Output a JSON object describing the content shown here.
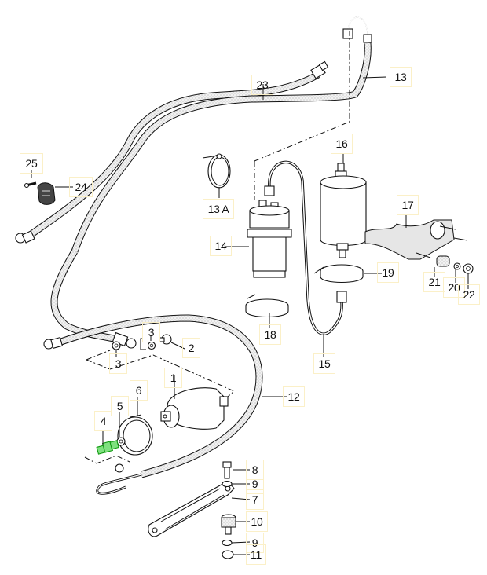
{
  "diagram": {
    "type": "exploded-parts-diagram",
    "subject": "fuel line / fuel pump / fuel filter assembly",
    "selected_part": "4",
    "highlight_color": "#3cc83c",
    "hotspot_border_color": "#fbf0c8"
  },
  "callouts": [
    {
      "id": "1",
      "label": "1"
    },
    {
      "id": "2",
      "label": "2"
    },
    {
      "id": "3a",
      "label": "3"
    },
    {
      "id": "3b",
      "label": "3"
    },
    {
      "id": "4",
      "label": "4",
      "selected": true
    },
    {
      "id": "5",
      "label": "5"
    },
    {
      "id": "6",
      "label": "6"
    },
    {
      "id": "7",
      "label": "7"
    },
    {
      "id": "8",
      "label": "8"
    },
    {
      "id": "9a",
      "label": "9"
    },
    {
      "id": "9b",
      "label": "9"
    },
    {
      "id": "10",
      "label": "10"
    },
    {
      "id": "11",
      "label": "11"
    },
    {
      "id": "12",
      "label": "12"
    },
    {
      "id": "13",
      "label": "13"
    },
    {
      "id": "13A",
      "label": "13 A"
    },
    {
      "id": "14",
      "label": "14"
    },
    {
      "id": "15",
      "label": "15"
    },
    {
      "id": "16",
      "label": "16"
    },
    {
      "id": "17",
      "label": "17"
    },
    {
      "id": "18",
      "label": "18"
    },
    {
      "id": "19",
      "label": "19"
    },
    {
      "id": "20",
      "label": "20"
    },
    {
      "id": "21",
      "label": "21"
    },
    {
      "id": "22",
      "label": "22"
    },
    {
      "id": "23",
      "label": "23"
    },
    {
      "id": "24",
      "label": "24"
    },
    {
      "id": "25",
      "label": "25"
    }
  ]
}
